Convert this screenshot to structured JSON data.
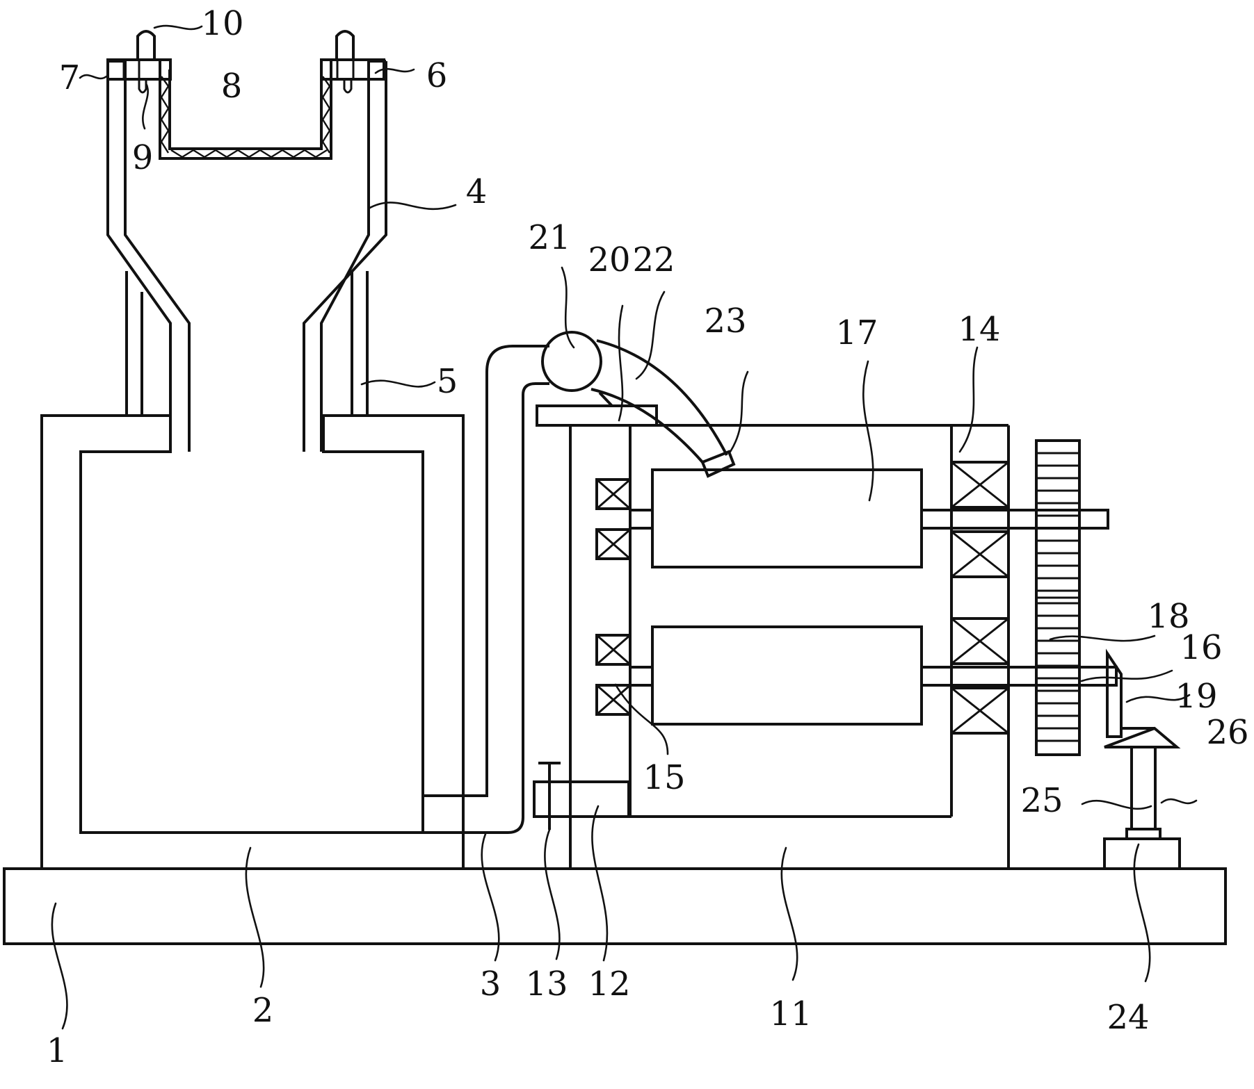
{
  "figure": {
    "labels": [
      {
        "id": "1",
        "text": "1"
      },
      {
        "id": "2",
        "text": "2"
      },
      {
        "id": "3",
        "text": "3"
      },
      {
        "id": "4",
        "text": "4"
      },
      {
        "id": "5",
        "text": "5"
      },
      {
        "id": "6",
        "text": "6"
      },
      {
        "id": "7",
        "text": "7"
      },
      {
        "id": "8",
        "text": "8"
      },
      {
        "id": "9",
        "text": "9"
      },
      {
        "id": "10",
        "text": "10"
      },
      {
        "id": "11",
        "text": "11"
      },
      {
        "id": "12",
        "text": "12"
      },
      {
        "id": "13",
        "text": "13"
      },
      {
        "id": "14",
        "text": "14"
      },
      {
        "id": "15",
        "text": "15"
      },
      {
        "id": "16",
        "text": "16"
      },
      {
        "id": "17",
        "text": "17"
      },
      {
        "id": "18",
        "text": "18"
      },
      {
        "id": "19",
        "text": "19"
      },
      {
        "id": "20",
        "text": "20"
      },
      {
        "id": "21",
        "text": "21"
      },
      {
        "id": "22",
        "text": "22"
      },
      {
        "id": "23",
        "text": "23"
      },
      {
        "id": "24",
        "text": "24"
      },
      {
        "id": "25",
        "text": "25"
      },
      {
        "id": "26",
        "text": "26"
      }
    ]
  }
}
